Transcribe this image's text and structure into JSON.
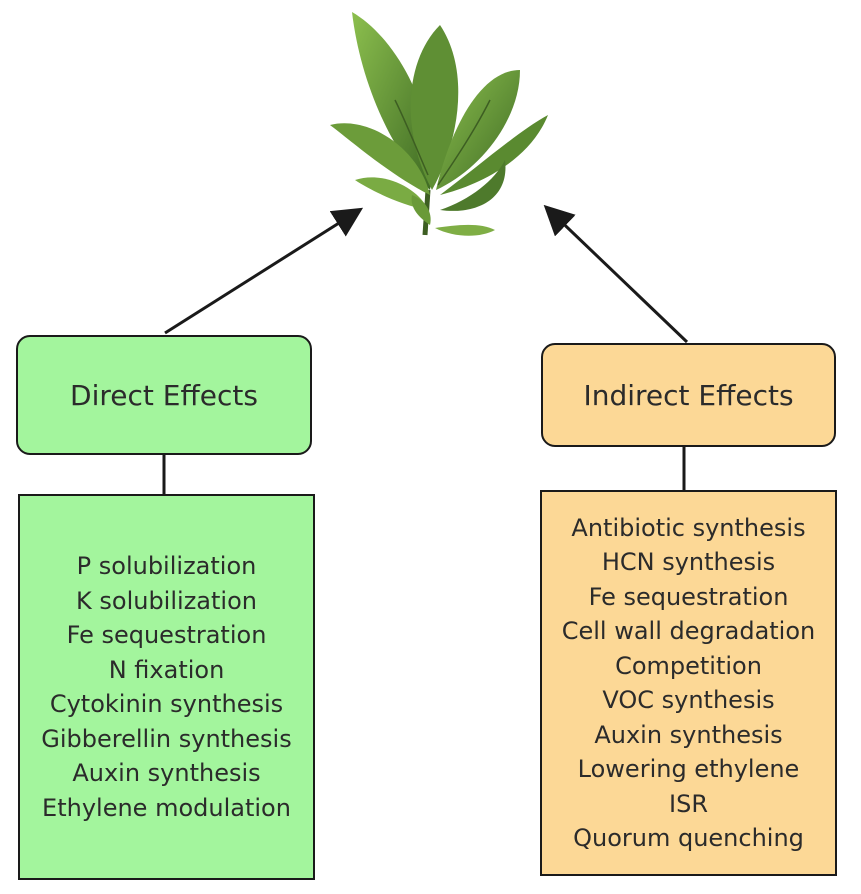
{
  "colors": {
    "direct_fill": "#a3f59d",
    "indirect_fill": "#fcd896",
    "stroke": "#1a1a1a",
    "leaf_dark": "#4e7a2c",
    "leaf_light": "#7fae45"
  },
  "icons": {
    "plant": "tobacco-plant-icon"
  },
  "direct": {
    "title": "Direct Effects",
    "items": [
      "P solubilization",
      "K solubilization",
      "Fe sequestration",
      "N fixation",
      "Cytokinin synthesis",
      "Gibberellin synthesis",
      "Auxin synthesis",
      "Ethylene modulation"
    ]
  },
  "indirect": {
    "title": "Indirect Effects",
    "items": [
      "Antibiotic synthesis",
      "HCN synthesis",
      "Fe sequestration",
      "Cell wall degradation",
      "Competition",
      "VOC synthesis",
      "Auxin synthesis",
      "Lowering ethylene",
      "ISR",
      "Quorum quenching"
    ]
  }
}
